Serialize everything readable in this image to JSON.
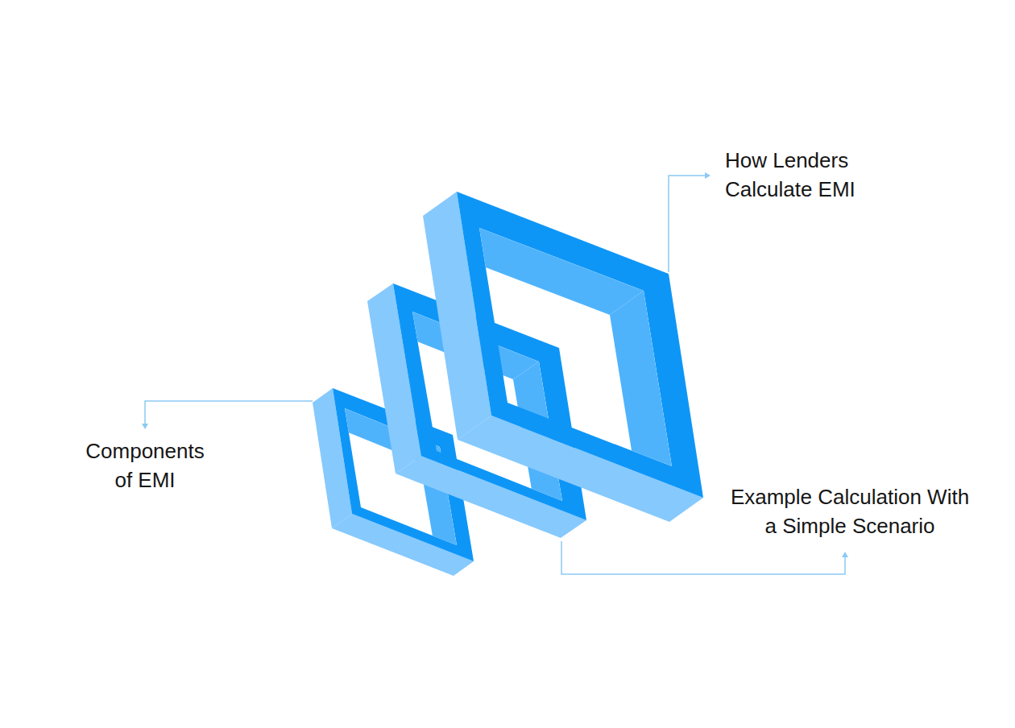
{
  "diagram": {
    "labels": [
      "How Lenders Calculate EMI",
      "Components of EMI",
      "Example Calculation With a Simple Scenario"
    ]
  }
}
